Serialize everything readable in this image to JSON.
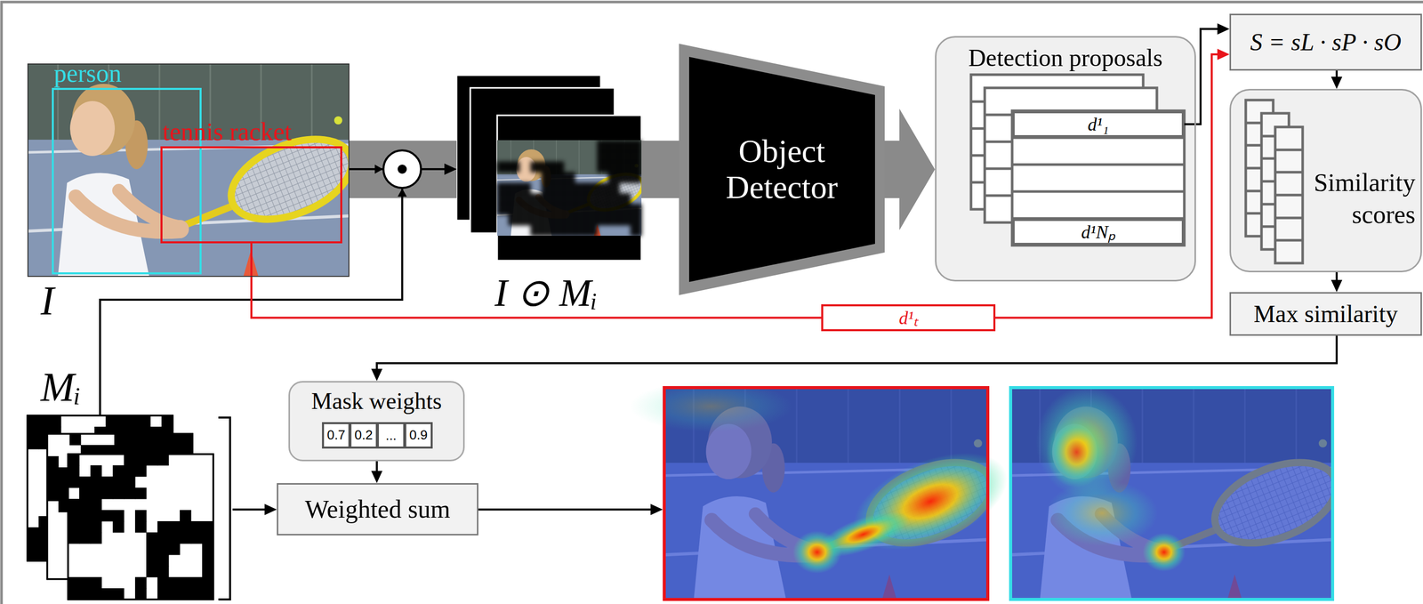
{
  "diagram": {
    "nodes": [
      {
        "text": [
          "I"
        ]
      },
      {
        "text": [
          "person"
        ],
        "in": 0
      },
      {
        "text": [
          "tennis racket"
        ],
        "in": 0
      },
      {
        "text": [
          "I ⊙ Mᵢ"
        ]
      },
      {
        "text": [
          "Object Detector"
        ]
      },
      {
        "text": [
          "Detection proposals"
        ]
      },
      {
        "text": [
          "d¹₁"
        ],
        "in": 5
      },
      {
        "text": [
          "d¹Nₚ"
        ],
        "in": 5
      },
      {
        "text": [
          "S = sL · sP · sO"
        ]
      },
      {
        "text": [
          "Similarity scores"
        ]
      },
      {
        "text": [
          "Max similarity"
        ]
      },
      {
        "text": [
          "d¹ₜ"
        ]
      },
      {
        "text": [
          "Mᵢ"
        ]
      },
      {
        "text": [
          "Mask weights"
        ]
      },
      {
        "text": [
          "0.7"
        ],
        "in": 13
      },
      {
        "text": [
          "0.2"
        ],
        "in": 13
      },
      {
        "text": [
          "..."
        ],
        "in": 13
      },
      {
        "text": [
          "0.9"
        ],
        "in": 13
      },
      {
        "text": [
          "Weighted sum"
        ]
      }
    ],
    "edges": [
      {
        "from": 0,
        "to": 3,
        "arrow": "to"
      },
      {
        "from": 12,
        "to": 3,
        "arrow": "to"
      },
      {
        "from": 3,
        "to": 4,
        "arrow": "none"
      },
      {
        "from": 4,
        "to": 5,
        "arrow": "to"
      },
      {
        "from": 6,
        "to": 8,
        "arrow": "to"
      },
      {
        "from": 2,
        "to": 11,
        "arrow": "none"
      },
      {
        "from": 11,
        "to": 8,
        "arrow": "to"
      },
      {
        "from": 8,
        "to": 9,
        "arrow": "to"
      },
      {
        "from": 9,
        "to": 10,
        "arrow": "to"
      },
      {
        "from": 10,
        "to": 13,
        "arrow": "to"
      },
      {
        "from": 13,
        "to": 18,
        "arrow": "to"
      },
      {
        "from": 12,
        "to": 18,
        "arrow": "to"
      }
    ]
  }
}
